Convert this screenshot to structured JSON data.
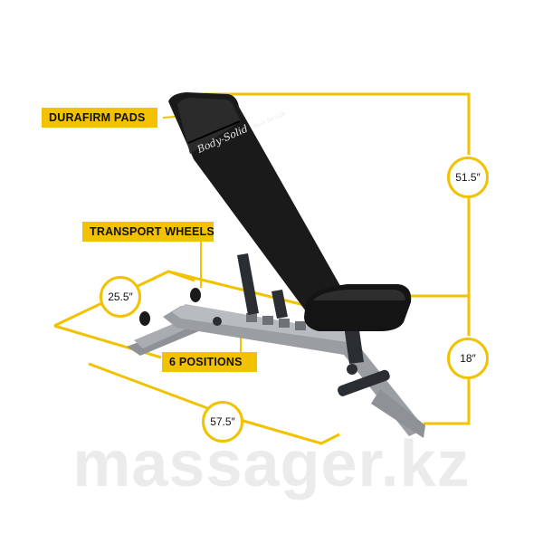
{
  "labels": {
    "durafirm_pads": "DURAFIRM PADS",
    "transport_wheels": "TRANSPORT WHEELS",
    "six_positions": "6 POSITIONS"
  },
  "dimensions": {
    "height_back": "51.5″",
    "height_seat": "18″",
    "width": "25.5″",
    "length": "57.5″"
  },
  "logo": {
    "text": "Body-Solid",
    "tagline": "Built for Life"
  },
  "watermark": "massager.kz",
  "colors": {
    "accent": "#f2c200",
    "pad": "#1a1a1a",
    "frame": "#8e9196",
    "frame_dark": "#2a2d31"
  }
}
